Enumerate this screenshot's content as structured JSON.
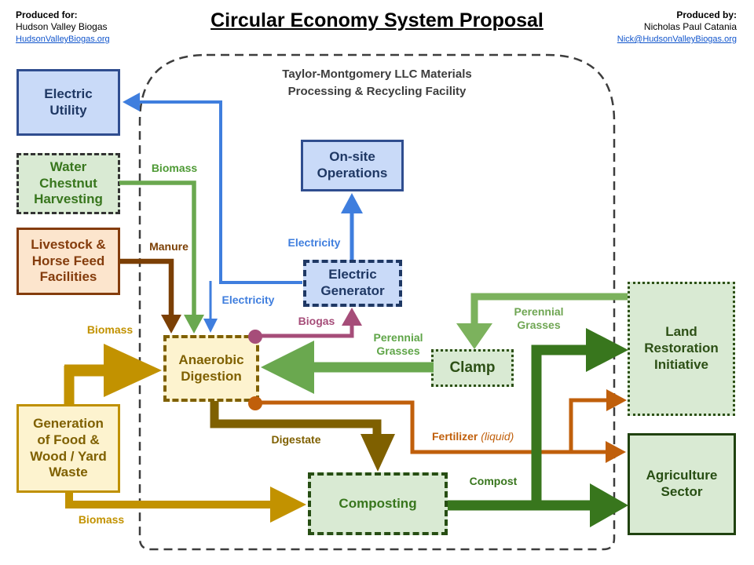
{
  "header": {
    "title": "Circular Economy System Proposal",
    "produced_for": {
      "heading": "Produced for:",
      "name": "Hudson Valley Biogas",
      "link": "HudsonValleyBiogas.org"
    },
    "produced_by": {
      "heading": "Produced by:",
      "name": "Nicholas Paul Catania",
      "link": "Nick@HudsonValleyBiogas.org"
    }
  },
  "facility": {
    "label": "Taylor-Montgomery LLC Materials\nProcessing & Recycling Facility"
  },
  "nodes": {
    "electric_utility": {
      "label": "Electric\nUtility"
    },
    "water_chestnut": {
      "label": "Water\nChestnut\nHarvesting"
    },
    "livestock": {
      "label": "Livestock &\nHorse Feed\nFacilities"
    },
    "generation_waste": {
      "label": "Generation\nof Food &\nWood / Yard\nWaste"
    },
    "onsite_operations": {
      "label": "On-site\nOperations"
    },
    "electric_generator": {
      "label": "Electric\nGenerator"
    },
    "anaerobic_digestion": {
      "label": "Anaerobic\nDigestion"
    },
    "clamp": {
      "label": "Clamp"
    },
    "composting": {
      "label": "Composting"
    },
    "land_restoration": {
      "label": "Land\nRestoration\nInitiative"
    },
    "agriculture_sector": {
      "label": "Agriculture\nSector"
    }
  },
  "edge_labels": {
    "biomass_chestnut": "Biomass",
    "manure": "Manure",
    "electricity_onsite": "Electricity",
    "electricity_digester": "Electricity",
    "biogas": "Biogas",
    "biomass_thick": "Biomass",
    "perennial_to_digester": "Perennial\nGrasses",
    "perennial_to_clamp": "Perennial\nGrasses",
    "digestate": "Digestate",
    "fertilizer": "Fertilizer",
    "fertilizer_qualifier": "(liquid)",
    "compost": "Compost",
    "biomass_bottom": "Biomass"
  },
  "edges": [
    {
      "from": "water_chestnut",
      "to": "anaerobic_digestion",
      "label": "Biomass"
    },
    {
      "from": "livestock",
      "to": "anaerobic_digestion",
      "label": "Manure"
    },
    {
      "from": "electric_generator",
      "to": "electric_utility",
      "label": "Electricity"
    },
    {
      "from": "electric_generator",
      "to": "anaerobic_digestion",
      "label": "Electricity"
    },
    {
      "from": "electric_generator",
      "to": "onsite_operations",
      "label": "Electricity"
    },
    {
      "from": "anaerobic_digestion",
      "to": "electric_generator",
      "label": "Biogas"
    },
    {
      "from": "generation_waste",
      "to": "anaerobic_digestion",
      "label": "Biomass"
    },
    {
      "from": "generation_waste",
      "to": "composting",
      "label": "Biomass"
    },
    {
      "from": "clamp",
      "to": "anaerobic_digestion",
      "label": "Perennial Grasses"
    },
    {
      "from": "land_restoration",
      "to": "clamp",
      "label": "Perennial Grasses"
    },
    {
      "from": "anaerobic_digestion",
      "to": "composting",
      "label": "Digestate"
    },
    {
      "from": "anaerobic_digestion",
      "to": "land_restoration",
      "label": "Fertilizer (liquid)"
    },
    {
      "from": "anaerobic_digestion",
      "to": "agriculture_sector",
      "label": "Fertilizer (liquid)"
    },
    {
      "from": "composting",
      "to": "land_restoration",
      "label": "Compost"
    },
    {
      "from": "composting",
      "to": "agriculture_sector",
      "label": "Compost"
    }
  ],
  "colors": {
    "blue_line": "#3f7ede",
    "navy_text": "#1f3864",
    "blue_fill": "#c9daf8",
    "green_fill": "#d9ead3",
    "green_text": "#38761d",
    "medium_green": "#6aa84f",
    "light_green_arrow": "#7cb25d",
    "dark_green_arrow": "#38761d",
    "gold": "#c29200",
    "olive": "#7f6000",
    "brown": "#7b3f04",
    "peach_fill": "#fce5cd",
    "rust_text": "#843c0c",
    "magenta": "#a64d79",
    "orange": "#c05f0b",
    "yellow_fill": "#fdf3cf",
    "boundary_gray": "#3d3d3d",
    "link_blue": "#1155cc"
  }
}
